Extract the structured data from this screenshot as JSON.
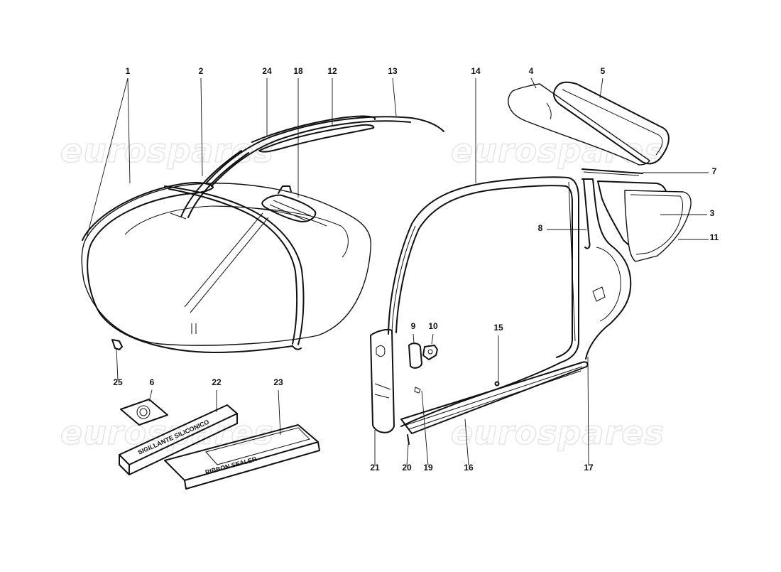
{
  "watermark": "eurospares",
  "callouts": [
    "1",
    "2",
    "24",
    "18",
    "12",
    "13",
    "14",
    "4",
    "5",
    "7",
    "3",
    "11",
    "8",
    "9",
    "10",
    "15",
    "25",
    "6",
    "22",
    "23",
    "21",
    "20",
    "19",
    "16",
    "17"
  ],
  "box_labels": {
    "sealant_22": "SIGILLANTE SILICONICO",
    "sealant_23": "RIBBON SEALER"
  }
}
